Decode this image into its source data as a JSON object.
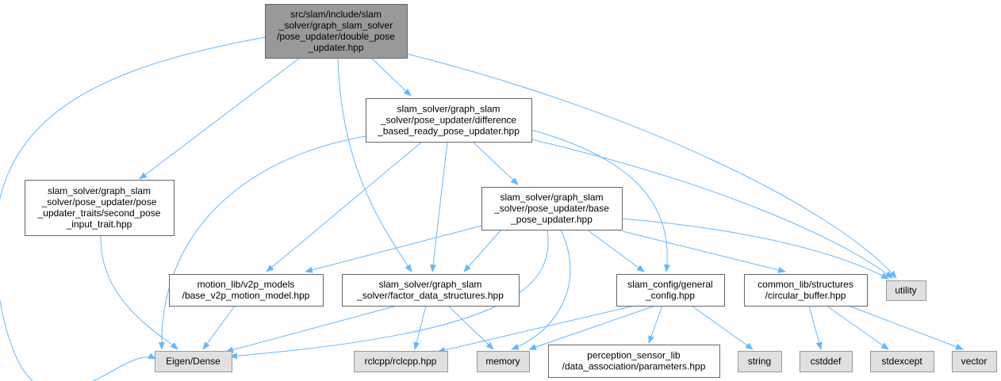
{
  "colors": {
    "edge": "#63b8ff",
    "root_fill": "#999999",
    "root_border": "#666666",
    "node_fill": "#ffffff",
    "node_border": "#666666",
    "external_fill": "#e0e0e0",
    "external_border": "#999999"
  },
  "nodes": [
    {
      "id": "root",
      "kind": "root",
      "lines": [
        "src/slam/include/slam",
        "_solver/graph_slam_solver",
        "/pose_updater/double_pose",
        "_updater.hpp"
      ]
    },
    {
      "id": "diff",
      "kind": "node",
      "lines": [
        "slam_solver/graph_slam",
        "_solver/pose_updater/difference",
        "_based_ready_pose_updater.hpp"
      ]
    },
    {
      "id": "trait",
      "kind": "node",
      "lines": [
        "slam_solver/graph_slam",
        "_solver/pose_updater/pose",
        "_updater_traits/second_pose",
        "_input_trait.hpp"
      ]
    },
    {
      "id": "base",
      "kind": "node",
      "lines": [
        "slam_solver/graph_slam",
        "_solver/pose_updater/base",
        "_pose_updater.hpp"
      ]
    },
    {
      "id": "motion",
      "kind": "node",
      "lines": [
        "motion_lib/v2p_models",
        "/base_v2p_motion_model.hpp"
      ]
    },
    {
      "id": "factor",
      "kind": "node",
      "lines": [
        "slam_solver/graph_slam",
        "_solver/factor_data_structures.hpp"
      ]
    },
    {
      "id": "config",
      "kind": "node",
      "lines": [
        "slam_config/general",
        "_config.hpp"
      ]
    },
    {
      "id": "circ",
      "kind": "node",
      "lines": [
        "common_lib/structures",
        "/circular_buffer.hpp"
      ]
    },
    {
      "id": "utility",
      "kind": "external",
      "lines": [
        "utility"
      ]
    },
    {
      "id": "eigen",
      "kind": "external",
      "lines": [
        "Eigen/Dense"
      ]
    },
    {
      "id": "rclcpp",
      "kind": "external",
      "lines": [
        "rclcpp/rclcpp.hpp"
      ]
    },
    {
      "id": "memory",
      "kind": "external",
      "lines": [
        "memory"
      ]
    },
    {
      "id": "percep",
      "kind": "node",
      "lines": [
        "perception_sensor_lib",
        "/data_association/parameters.hpp"
      ]
    },
    {
      "id": "string",
      "kind": "external",
      "lines": [
        "string"
      ]
    },
    {
      "id": "cstddef",
      "kind": "external",
      "lines": [
        "cstddef"
      ]
    },
    {
      "id": "stdexcept",
      "kind": "external",
      "lines": [
        "stdexcept"
      ]
    },
    {
      "id": "vector",
      "kind": "external",
      "lines": [
        "vector"
      ]
    }
  ],
  "edges": [
    [
      "root",
      "diff"
    ],
    [
      "root",
      "trait"
    ],
    [
      "root",
      "factor"
    ],
    [
      "root",
      "eigen"
    ],
    [
      "root",
      "utility"
    ],
    [
      "diff",
      "base"
    ],
    [
      "diff",
      "motion"
    ],
    [
      "diff",
      "factor"
    ],
    [
      "diff",
      "eigen"
    ],
    [
      "diff",
      "config"
    ],
    [
      "diff",
      "utility"
    ],
    [
      "trait",
      "eigen"
    ],
    [
      "base",
      "motion"
    ],
    [
      "base",
      "factor"
    ],
    [
      "base",
      "eigen"
    ],
    [
      "base",
      "memory"
    ],
    [
      "base",
      "config"
    ],
    [
      "base",
      "circ"
    ],
    [
      "base",
      "utility"
    ],
    [
      "motion",
      "eigen"
    ],
    [
      "factor",
      "eigen"
    ],
    [
      "factor",
      "rclcpp"
    ],
    [
      "factor",
      "memory"
    ],
    [
      "config",
      "rclcpp"
    ],
    [
      "config",
      "memory"
    ],
    [
      "config",
      "percep"
    ],
    [
      "config",
      "string"
    ],
    [
      "circ",
      "cstddef"
    ],
    [
      "circ",
      "stdexcept"
    ],
    [
      "circ",
      "vector"
    ]
  ]
}
